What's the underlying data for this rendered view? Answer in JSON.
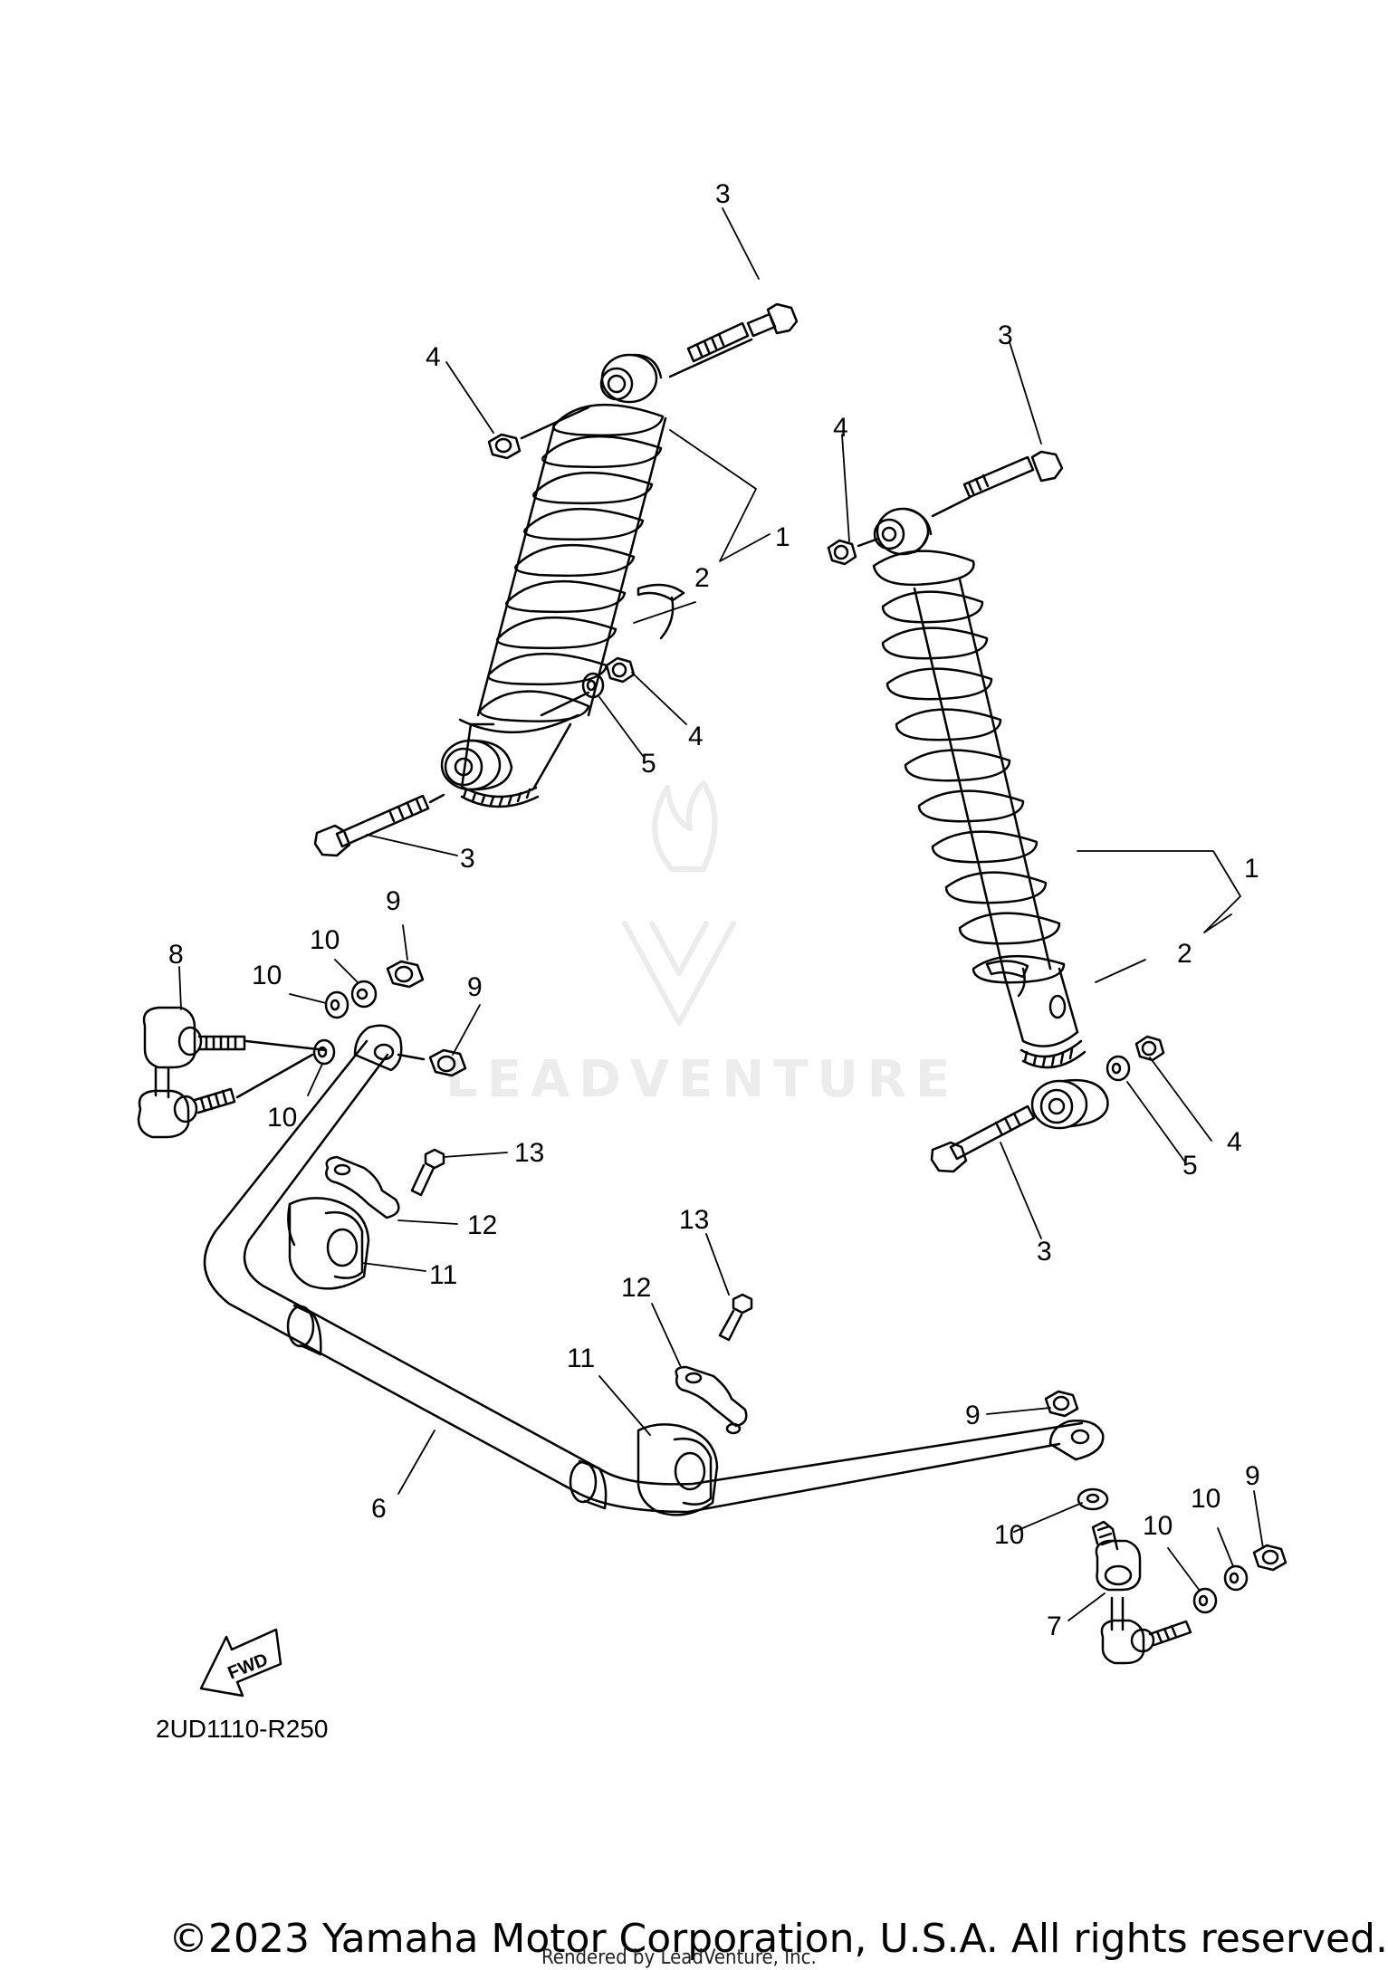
{
  "diagram": {
    "reference_code": "2UD1110-R250",
    "fwd_arrow_label": "FWD",
    "callouts": [
      {
        "id": "c-3a",
        "text": "3"
      },
      {
        "id": "c-4a",
        "text": "4"
      },
      {
        "id": "c-1a",
        "text": "1"
      },
      {
        "id": "c-2a",
        "text": "2"
      },
      {
        "id": "c-4b",
        "text": "4"
      },
      {
        "id": "c-5a",
        "text": "5"
      },
      {
        "id": "c-3b",
        "text": "3"
      },
      {
        "id": "c-3c",
        "text": "3"
      },
      {
        "id": "c-4c",
        "text": "4"
      },
      {
        "id": "c-1b",
        "text": "1"
      },
      {
        "id": "c-2b",
        "text": "2"
      },
      {
        "id": "c-4d",
        "text": "4"
      },
      {
        "id": "c-5b",
        "text": "5"
      },
      {
        "id": "c-3d",
        "text": "3"
      },
      {
        "id": "c-9a",
        "text": "9"
      },
      {
        "id": "c-10a",
        "text": "10"
      },
      {
        "id": "c-10b",
        "text": "10"
      },
      {
        "id": "c-8",
        "text": "8"
      },
      {
        "id": "c-9b",
        "text": "9"
      },
      {
        "id": "c-10c",
        "text": "10"
      },
      {
        "id": "c-13a",
        "text": "13"
      },
      {
        "id": "c-12a",
        "text": "12"
      },
      {
        "id": "c-11a",
        "text": "11"
      },
      {
        "id": "c-13b",
        "text": "13"
      },
      {
        "id": "c-12b",
        "text": "12"
      },
      {
        "id": "c-11b",
        "text": "11"
      },
      {
        "id": "c-6",
        "text": "6"
      },
      {
        "id": "c-9c",
        "text": "9"
      },
      {
        "id": "c-10d",
        "text": "10"
      },
      {
        "id": "c-10e",
        "text": "10"
      },
      {
        "id": "c-10f",
        "text": "10"
      },
      {
        "id": "c-9d",
        "text": "9"
      },
      {
        "id": "c-7",
        "text": "7"
      }
    ]
  },
  "watermark": {
    "text": "LEADVENTURE",
    "color": "#ececec"
  },
  "footer": {
    "copyright": "©2023 Yamaha Motor Corporation, U.S.A. All rights reserved.",
    "rendered_by": "Rendered by LeadVenture, Inc."
  },
  "colors": {
    "line": "#000000",
    "background": "#ffffff"
  }
}
